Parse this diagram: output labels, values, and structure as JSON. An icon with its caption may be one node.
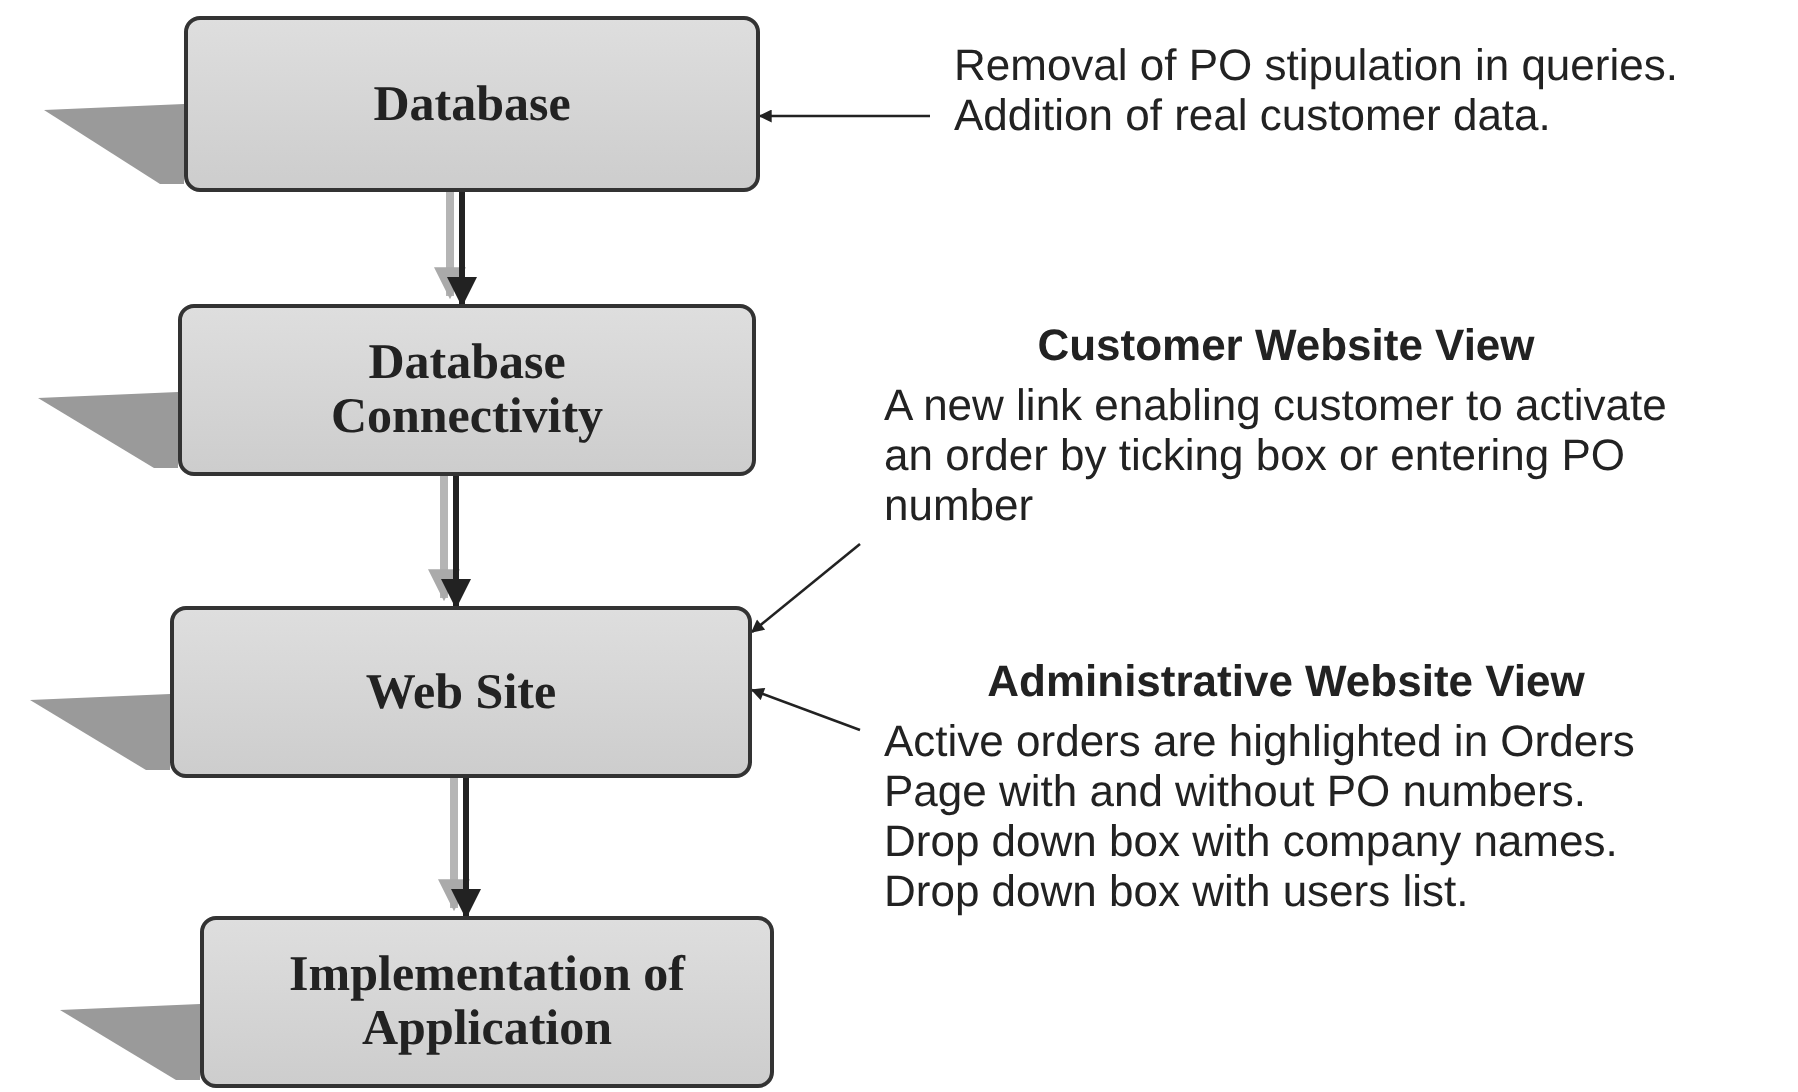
{
  "diagram": {
    "nodes": [
      {
        "text": [
          "Database"
        ]
      },
      {
        "text": [
          "Database Connectivity"
        ]
      },
      {
        "text": [
          "Web Site"
        ]
      },
      {
        "text": [
          "Implementation of Application"
        ]
      },
      {
        "text": [
          "Removal of PO stipulation in queries. Addition of real customer data."
        ]
      },
      {
        "text": [
          "Customer Website View",
          "A new link enabling customer to activate an order by ticking box or entering PO number"
        ]
      },
      {
        "text": [
          "Administrative Website View",
          "Active orders are highlighted in Orders Page with and without PO numbers. Drop down box with company names. Drop down box with users list."
        ]
      }
    ],
    "edges": [
      {
        "from": 0,
        "to": 1,
        "arrow": "to",
        "style": "thick"
      },
      {
        "from": 1,
        "to": 2,
        "arrow": "to",
        "style": "thick"
      },
      {
        "from": 2,
        "to": 3,
        "arrow": "to",
        "style": "thick"
      },
      {
        "from": 4,
        "to": 0,
        "arrow": "to"
      },
      {
        "from": 5,
        "to": 2,
        "arrow": "to"
      },
      {
        "from": 6,
        "to": 2,
        "arrow": "to"
      }
    ]
  }
}
